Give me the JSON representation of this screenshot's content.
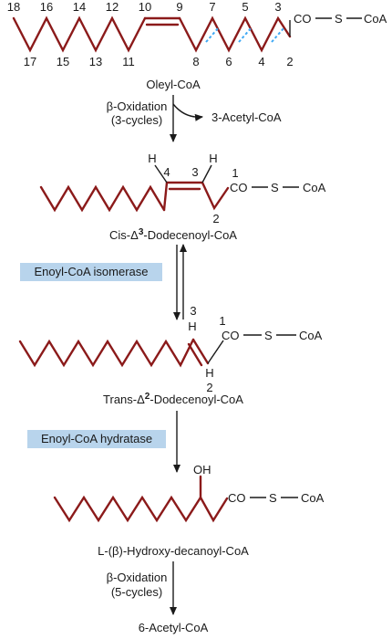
{
  "oleyl": {
    "name": "Oleyl-CoA",
    "top_numbers": [
      "18",
      "16",
      "14",
      "12",
      "10",
      "9",
      "7",
      "5",
      "3"
    ],
    "bottom_numbers": [
      "17",
      "15",
      "13",
      "11",
      "8",
      "6",
      "4",
      "2"
    ],
    "co": "CO",
    "s": "S",
    "coa": "CoA"
  },
  "step1": {
    "process": "β-Oxidation",
    "cycles": "(3-cycles)",
    "product": "3-Acetyl-CoA"
  },
  "cis": {
    "name_prefix": "Cis-Δ",
    "name_sup": "3",
    "name_suffix": "-Dodecenoyl-CoA",
    "h_left": "H",
    "h_right": "H",
    "n4": "4",
    "n3": "3",
    "n1": "1",
    "n2": "2",
    "co": "CO",
    "s": "S",
    "coa": "CoA"
  },
  "isomerase": {
    "label": "Enoyl-CoA isomerase"
  },
  "trans": {
    "name_prefix": "Trans-Δ",
    "name_sup": "2",
    "name_suffix": "-Dodecenoyl-CoA",
    "n3": "3",
    "h_top": "H",
    "h_bottom": "H",
    "n1": "1",
    "n2": "2",
    "co": "CO",
    "s": "S",
    "coa": "CoA"
  },
  "hydratase": {
    "label": "Enoyl-CoA hydratase"
  },
  "hydroxy": {
    "name": "L-(β)-Hydroxy-decanoyl-CoA",
    "oh": "OH",
    "co": "CO",
    "s": "S",
    "coa": "CoA"
  },
  "step2": {
    "process": "β-Oxidation",
    "cycles": "(5-cycles)",
    "product": "6-Acetyl-CoA"
  },
  "colors": {
    "chain": "#8b1a1a",
    "enzyme_box": "#b8d4ec",
    "cleavage_mark": "#3fa9f5"
  }
}
